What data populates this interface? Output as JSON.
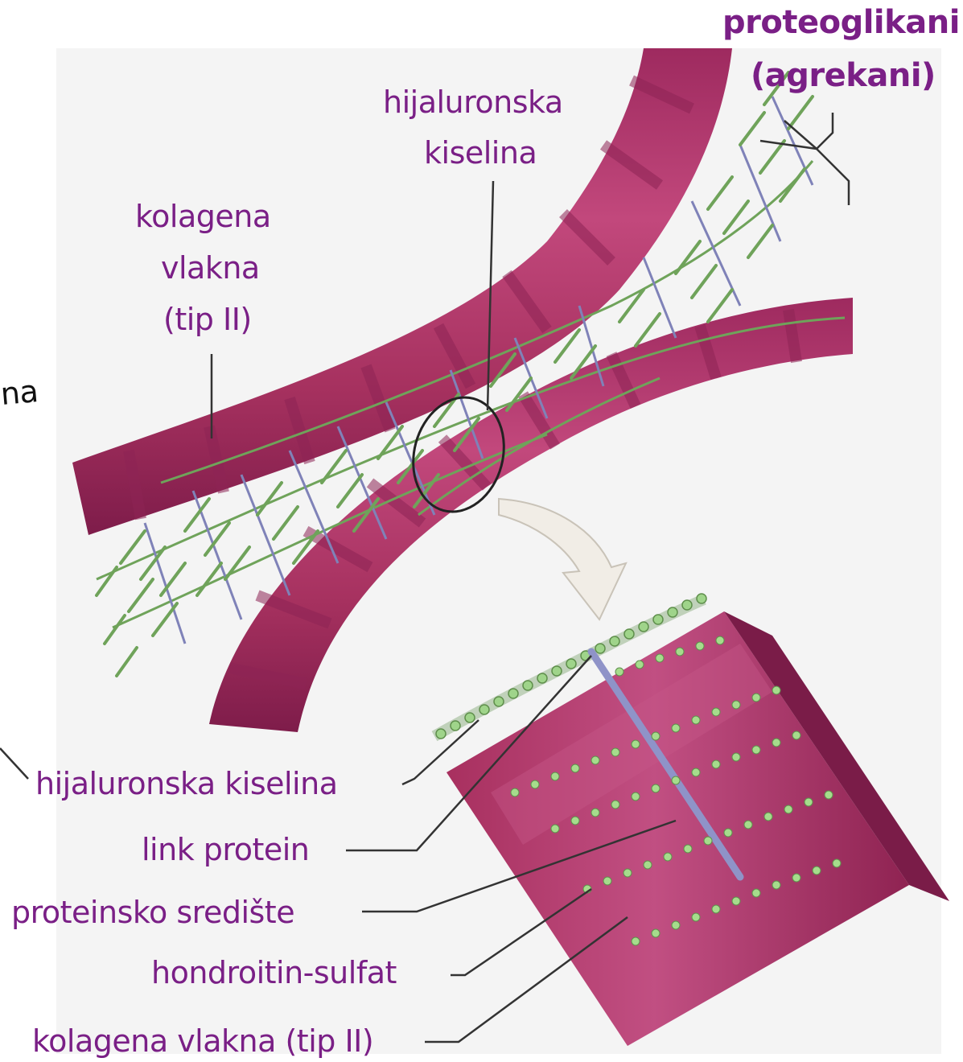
{
  "colors": {
    "label_text": "#7a1f86",
    "collagen_fiber": "#b0346a",
    "collagen_band": "#8e2455",
    "glycosaminoglycan": "#6fa35a",
    "core_protein": "#7f82b8",
    "hyaluronic_bead": "#9fd48a",
    "arrow_fill": "#f1ede6",
    "background_panel": "#f4f4f4",
    "leader_line": "#333333"
  },
  "labels": {
    "proteoglycans_line1": "proteoglikani",
    "proteoglycans_line2": "(agrekani)",
    "hyaluronic_top_line1": "hijaluronska",
    "hyaluronic_top_line2": "kiselina",
    "collagen_top_line1": "kolagena",
    "collagen_top_line2": "vlakna",
    "collagen_top_line3": "(tip II)",
    "cut_off_left": "ana",
    "detail_hyaluronic": "hijaluronska kiselina",
    "detail_link_protein": "link protein",
    "detail_core_protein": "proteinsko središte",
    "detail_chondroitin": "hondroitin-sulfat",
    "detail_collagen": "kolagena vlakna (tip II)"
  },
  "icons": {
    "zoom_arrow": "curved-arrow-down-icon",
    "zoom_circle": "magnifier-circle"
  }
}
